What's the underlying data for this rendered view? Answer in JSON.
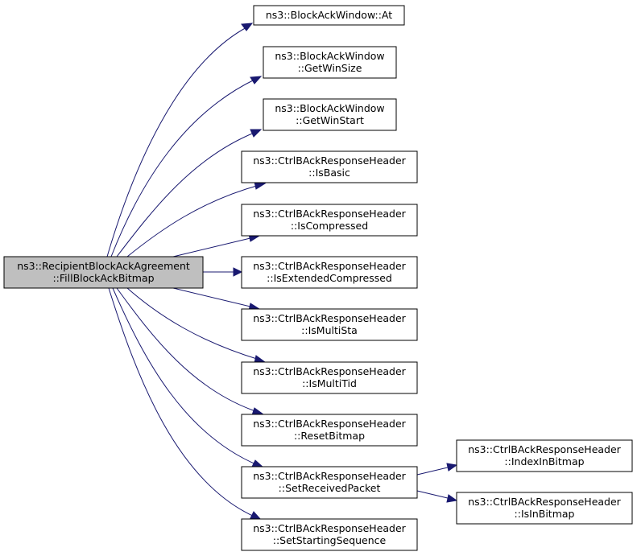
{
  "diagram": {
    "colors": {
      "edge": "#191970",
      "node_border": "#000000",
      "node_fill": "#ffffff",
      "root_fill": "#bfbfbf",
      "text": "#000000"
    },
    "nodes": [
      {
        "id": "root",
        "lines": [
          "ns3::RecipientBlockAckAgreement",
          "::FillBlockAckBitmap"
        ],
        "highlighted": true
      },
      {
        "id": "at",
        "lines": [
          "ns3::BlockAckWindow::At"
        ]
      },
      {
        "id": "getwinsize",
        "lines": [
          "ns3::BlockAckWindow",
          "::GetWinSize"
        ]
      },
      {
        "id": "getwinstart",
        "lines": [
          "ns3::BlockAckWindow",
          "::GetWinStart"
        ]
      },
      {
        "id": "isbasic",
        "lines": [
          "ns3::CtrlBAckResponseHeader",
          "::IsBasic"
        ]
      },
      {
        "id": "iscompressed",
        "lines": [
          "ns3::CtrlBAckResponseHeader",
          "::IsCompressed"
        ]
      },
      {
        "id": "isextcompressed",
        "lines": [
          "ns3::CtrlBAckResponseHeader",
          "::IsExtendedCompressed"
        ]
      },
      {
        "id": "ismultista",
        "lines": [
          "ns3::CtrlBAckResponseHeader",
          "::IsMultiSta"
        ]
      },
      {
        "id": "ismultitid",
        "lines": [
          "ns3::CtrlBAckResponseHeader",
          "::IsMultiTid"
        ]
      },
      {
        "id": "resetbitmap",
        "lines": [
          "ns3::CtrlBAckResponseHeader",
          "::ResetBitmap"
        ]
      },
      {
        "id": "setreceived",
        "lines": [
          "ns3::CtrlBAckResponseHeader",
          "::SetReceivedPacket"
        ]
      },
      {
        "id": "setstarting",
        "lines": [
          "ns3::CtrlBAckResponseHeader",
          "::SetStartingSequence"
        ]
      },
      {
        "id": "indexinbitmap",
        "lines": [
          "ns3::CtrlBAckResponseHeader",
          "::IndexInBitmap"
        ]
      },
      {
        "id": "isinbitmap",
        "lines": [
          "ns3::CtrlBAckResponseHeader",
          "::IsInBitmap"
        ]
      }
    ],
    "edges": [
      {
        "from": "root",
        "to": "at"
      },
      {
        "from": "root",
        "to": "getwinsize"
      },
      {
        "from": "root",
        "to": "getwinstart"
      },
      {
        "from": "root",
        "to": "isbasic"
      },
      {
        "from": "root",
        "to": "iscompressed"
      },
      {
        "from": "root",
        "to": "isextcompressed"
      },
      {
        "from": "root",
        "to": "ismultista"
      },
      {
        "from": "root",
        "to": "ismultitid"
      },
      {
        "from": "root",
        "to": "resetbitmap"
      },
      {
        "from": "root",
        "to": "setreceived"
      },
      {
        "from": "root",
        "to": "setstarting"
      },
      {
        "from": "setreceived",
        "to": "indexinbitmap"
      },
      {
        "from": "setreceived",
        "to": "isinbitmap"
      }
    ]
  }
}
